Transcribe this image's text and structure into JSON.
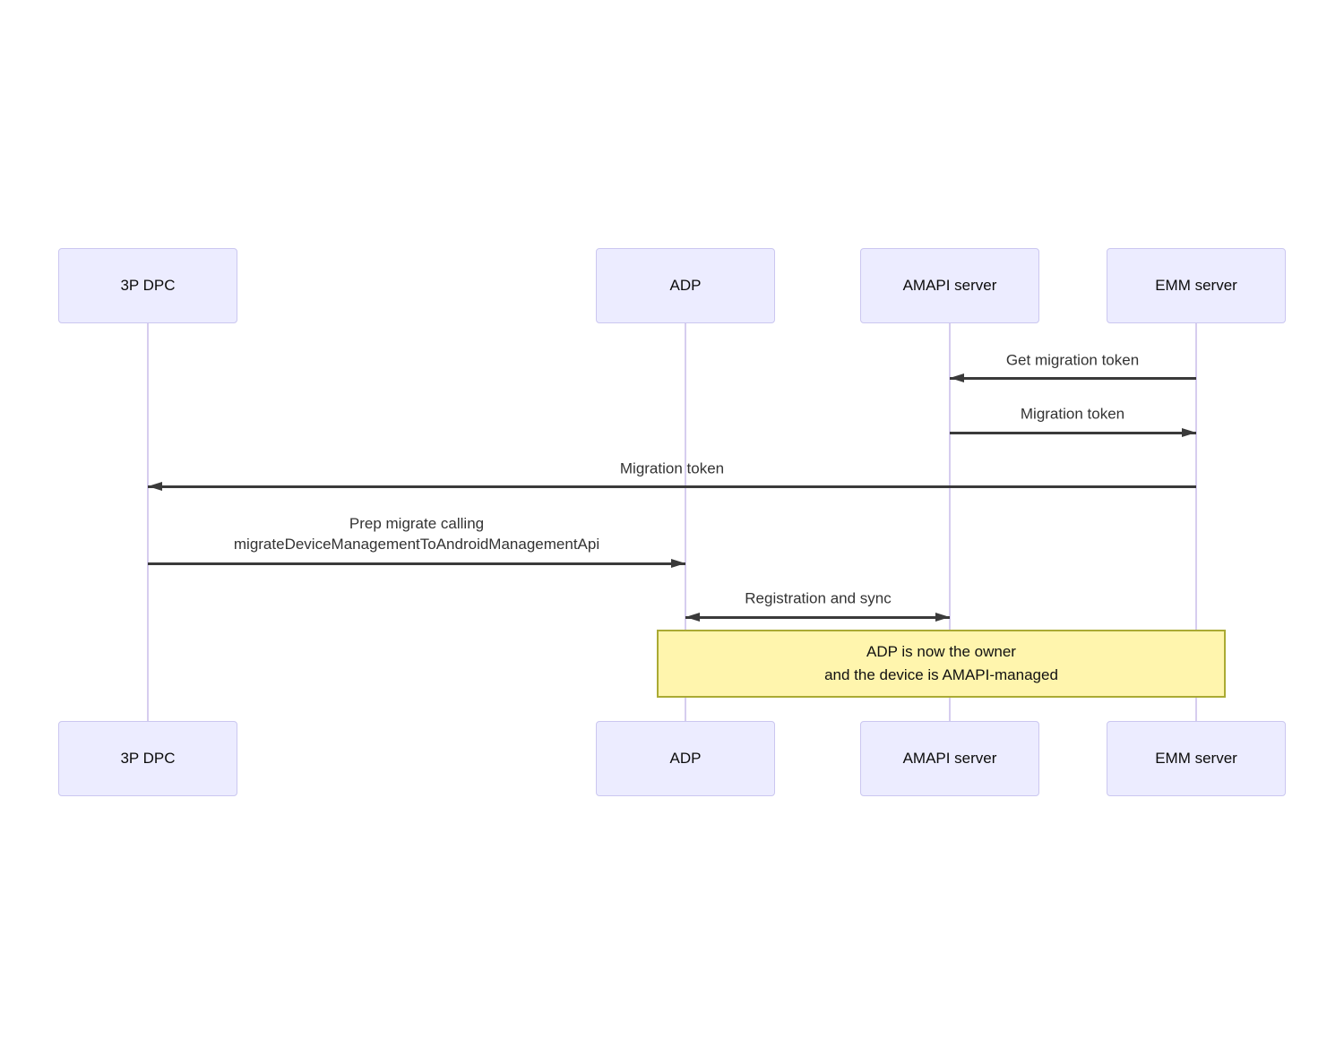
{
  "diagram_type": "sequence-diagram",
  "actors": [
    {
      "id": "3p-dpc",
      "label": "3P DPC"
    },
    {
      "id": "adp",
      "label": "ADP"
    },
    {
      "id": "amapi-server",
      "label": "AMAPI server"
    },
    {
      "id": "emm-server",
      "label": "EMM server"
    }
  ],
  "messages": [
    {
      "text": "Get migration token",
      "from": "EMM server",
      "to": "AMAPI server",
      "arrow": "left"
    },
    {
      "text": "Migration token",
      "from": "AMAPI server",
      "to": "EMM server",
      "arrow": "right"
    },
    {
      "text": "Migration token",
      "from": "EMM server",
      "to": "3P DPC",
      "arrow": "left"
    },
    {
      "text_lines": [
        "Prep migrate calling",
        "migrateDeviceManagementToAndroidManagementApi"
      ],
      "from": "3P DPC",
      "to": "ADP",
      "arrow": "right"
    },
    {
      "text": "Registration and sync",
      "from": "ADP",
      "to": "AMAPI server",
      "arrow": "both"
    }
  ],
  "note": {
    "text_lines": [
      "ADP is now the owner",
      "and the device is AMAPI-managed"
    ],
    "spans": "ADP to EMM server"
  },
  "colors": {
    "background": "#FFFFFF",
    "actor_fill": "#ECECFF",
    "actor_border": "#CBC7F0",
    "lifeline": "#D6CDEF",
    "arrow": "#3A3A3A",
    "message_text": "#333333",
    "note_fill": "#FFF5AD",
    "note_border": "#AAAA33"
  }
}
